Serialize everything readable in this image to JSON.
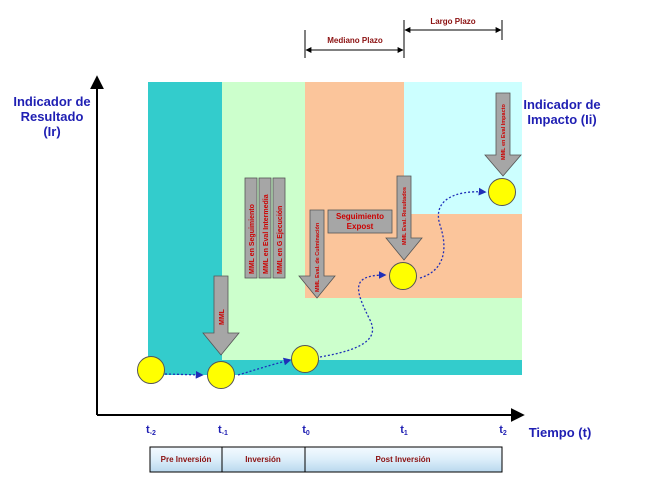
{
  "axes": {
    "y_left_label": [
      "Indicador de",
      "Resultado",
      "(Ir)"
    ],
    "y_right_label": [
      "Indicador de",
      "Impacto (Ii)"
    ],
    "x_label": "Tiempo (t)"
  },
  "ticks": [
    {
      "base": "t",
      "sub": "-2"
    },
    {
      "base": "t",
      "sub": "-1"
    },
    {
      "base": "t",
      "sub": "0"
    },
    {
      "base": "t",
      "sub": "1"
    },
    {
      "base": "t",
      "sub": "2"
    }
  ],
  "periods": {
    "mediano": "Mediano Plazo",
    "largo": "Largo Plazo"
  },
  "phases": [
    "Pre Inversión",
    "Inversión",
    "Post Inversión"
  ],
  "arrows": {
    "mml": "MML",
    "group": [
      "MML en Seguimiento",
      "MML en Eval Intermedia",
      "MML en G Ejecución"
    ],
    "culminacion": "MML Eval. de Culminación",
    "resultados": "MML Eval. Resultados",
    "impacto": "MML en Eval Impacto"
  },
  "expost_box": [
    "Seguimiento",
    "Expost"
  ],
  "colors": {
    "teal": "#33cccc",
    "light_green": "#ccffcc",
    "peach": "#fbc59b",
    "light_cyan": "#ccffff",
    "arrow_gray": "#a6a6a6",
    "circle_yellow": "#ffff00",
    "path_blue": "#1f2fb8"
  }
}
